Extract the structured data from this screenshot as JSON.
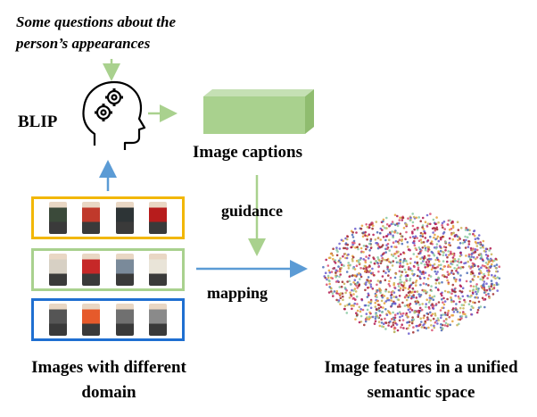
{
  "labels": {
    "question": "Some questions about the person’s appearances",
    "blip": "BLIP",
    "image_captions": "Image captions",
    "guidance": "guidance",
    "mapping": "mapping",
    "left_caption": "Images with different domain",
    "right_caption": "Image features in a unified semantic space"
  },
  "colors": {
    "green_arrow": "#a9d18e",
    "blue_arrow": "#5b9bd5",
    "box_yellow": "#f2b705",
    "box_green": "#a9d18e",
    "box_blue": "#1f6fd1",
    "cuboid_front": "#a9d18e",
    "cuboid_top": "#c5e0b4",
    "cuboid_side": "#8fbc6f"
  },
  "domains": [
    {
      "name": "domain-yellow",
      "border": "#f2b705",
      "thumbs": [
        "#3b4a3a",
        "#c0392b",
        "#2d3436",
        "#b71c1c"
      ]
    },
    {
      "name": "domain-green",
      "border": "#a9d18e",
      "thumbs": [
        "#d7d0c4",
        "#c62828",
        "#7a8a9a",
        "#e9e4d8"
      ]
    },
    {
      "name": "domain-blue",
      "border": "#1f6fd1",
      "thumbs": [
        "#555555",
        "#e65a2b",
        "#707070",
        "#8a8a8a"
      ]
    }
  ],
  "scatter_palette": [
    "#b2184f",
    "#6a5acd",
    "#e6a23c",
    "#88c9a1",
    "#d94f70",
    "#4b6cb7",
    "#c9b458",
    "#9e2a2b"
  ]
}
